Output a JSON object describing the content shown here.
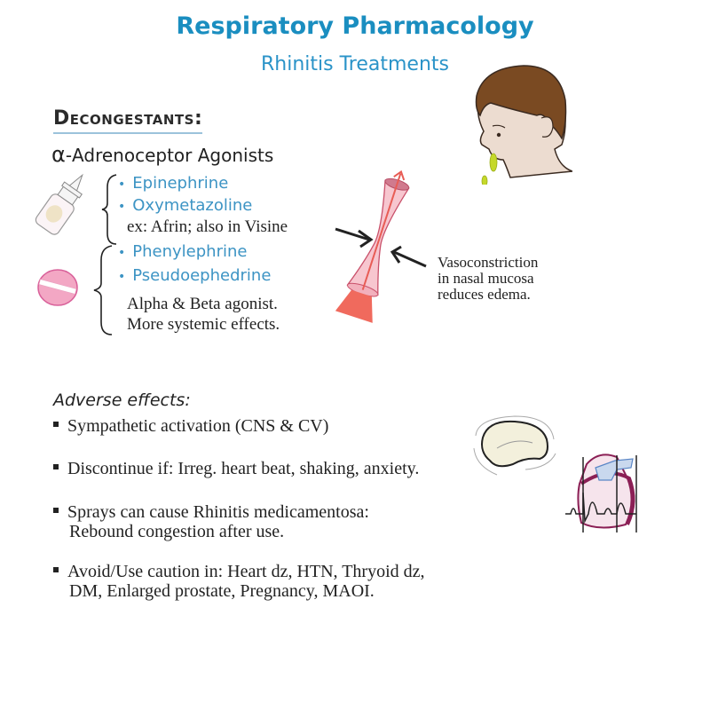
{
  "header": {
    "title": "Respiratory Pharmacology",
    "subtitle": "Rhinitis Treatments"
  },
  "decongestants": {
    "heading": "Decongestants:",
    "class_symbol": "α",
    "class_name": "-Adrenoceptor Agonists",
    "group1": {
      "icon": "nasal-spray-icon",
      "drugs": [
        "Epinephrine",
        "Oxymetazoline"
      ],
      "note": "ex: Afrin; also in Visine"
    },
    "group2": {
      "icon": "pill-icon",
      "drugs": [
        "Phenylephrine",
        "Pseudoephedrine"
      ],
      "note_lines": [
        "Alpha & Beta agonist.",
        "More systemic effects."
      ]
    },
    "mechanism": {
      "icon": "constricted-vessel-icon",
      "caption_lines": [
        "Vasoconstriction",
        "in nasal mucosa",
        "reduces edema."
      ]
    },
    "illustration": "runny-nose-person-icon"
  },
  "adverse_effects": {
    "title": "Adverse effects:",
    "items": [
      {
        "lines": [
          "Sympathetic activation (CNS & CV)"
        ]
      },
      {
        "lines": [
          "Discontinue if: Irreg. heart beat, shaking, anxiety."
        ]
      },
      {
        "lines": [
          "Sprays can cause Rhinitis medicamentosa:",
          "Rebound congestion after use."
        ]
      },
      {
        "lines": [
          "Avoid/Use caution in: Heart dz, HTN,  Thryoid dz,",
          "DM, Enlarged prostate, Pregnancy, MAOI."
        ]
      }
    ],
    "illustrations": [
      "shaking-brain-icon",
      "heart-ecg-icon"
    ]
  },
  "colors": {
    "title_blue": "#1a8ec0",
    "drug_blue": "#3d94c4",
    "text": "#222222",
    "vessel_pink": "#f3b6c0",
    "pill_pink": "#f19fbf",
    "heart_maroon": "#8b1f55"
  }
}
